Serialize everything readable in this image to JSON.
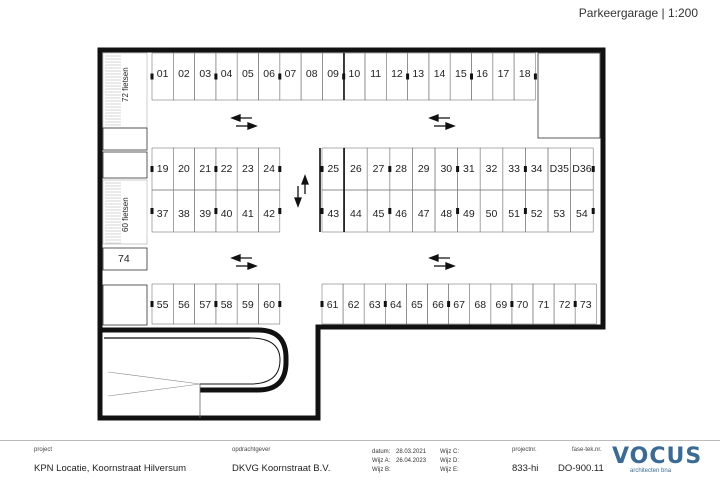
{
  "header": {
    "title": "Parkeergarage | 1:200"
  },
  "plan": {
    "spaces_row1": [
      "01",
      "02",
      "03",
      "04",
      "05",
      "06",
      "07",
      "08",
      "09",
      "10",
      "11",
      "12",
      "13",
      "14",
      "15",
      "16",
      "17",
      "18"
    ],
    "spaces_row2_left": [
      "19",
      "20",
      "21",
      "22",
      "23",
      "24"
    ],
    "spaces_row2_right": [
      "25",
      "26",
      "27",
      "28",
      "29",
      "30",
      "31",
      "32",
      "33",
      "34",
      "D35",
      "D36"
    ],
    "spaces_row3_left": [
      "37",
      "38",
      "39",
      "40",
      "41",
      "42"
    ],
    "spaces_row3_right": [
      "43",
      "44",
      "45",
      "46",
      "47",
      "48",
      "49",
      "50",
      "51",
      "52",
      "53",
      "54"
    ],
    "spaces_row4_left": [
      "55",
      "56",
      "57",
      "58",
      "59",
      "60"
    ],
    "spaces_row4_right": [
      "61",
      "62",
      "63",
      "64",
      "65",
      "66",
      "67",
      "68",
      "69",
      "70",
      "71",
      "72",
      "73"
    ],
    "storage_label": "74",
    "bikes_top": "72 fietsen",
    "bikes_bottom": "60 fietsen"
  },
  "titleblock": {
    "project_label": "project",
    "project_value": "KPN Locatie, Koornstraat Hilversum",
    "client_label": "opdrachtgever",
    "client_value": "DKVG Koornstraat B.V.",
    "date_label": "datum:",
    "date_value": "28.03.2021",
    "wijzA_label": "Wijz A:",
    "wijzA_value": "26.04.2023",
    "wijzB_label": "Wijz B:",
    "wijzC_label": "Wijz C:",
    "wijzD_label": "Wijz D:",
    "wijzE_label": "Wijz E:",
    "projectnr_label": "projectnr.",
    "projectnr_value": "833-hi",
    "fase_label": "fase-tek.nr.",
    "fase_value": "DO-900.11",
    "logo_text": "VOCUS",
    "logo_sub": "architecten bna"
  }
}
